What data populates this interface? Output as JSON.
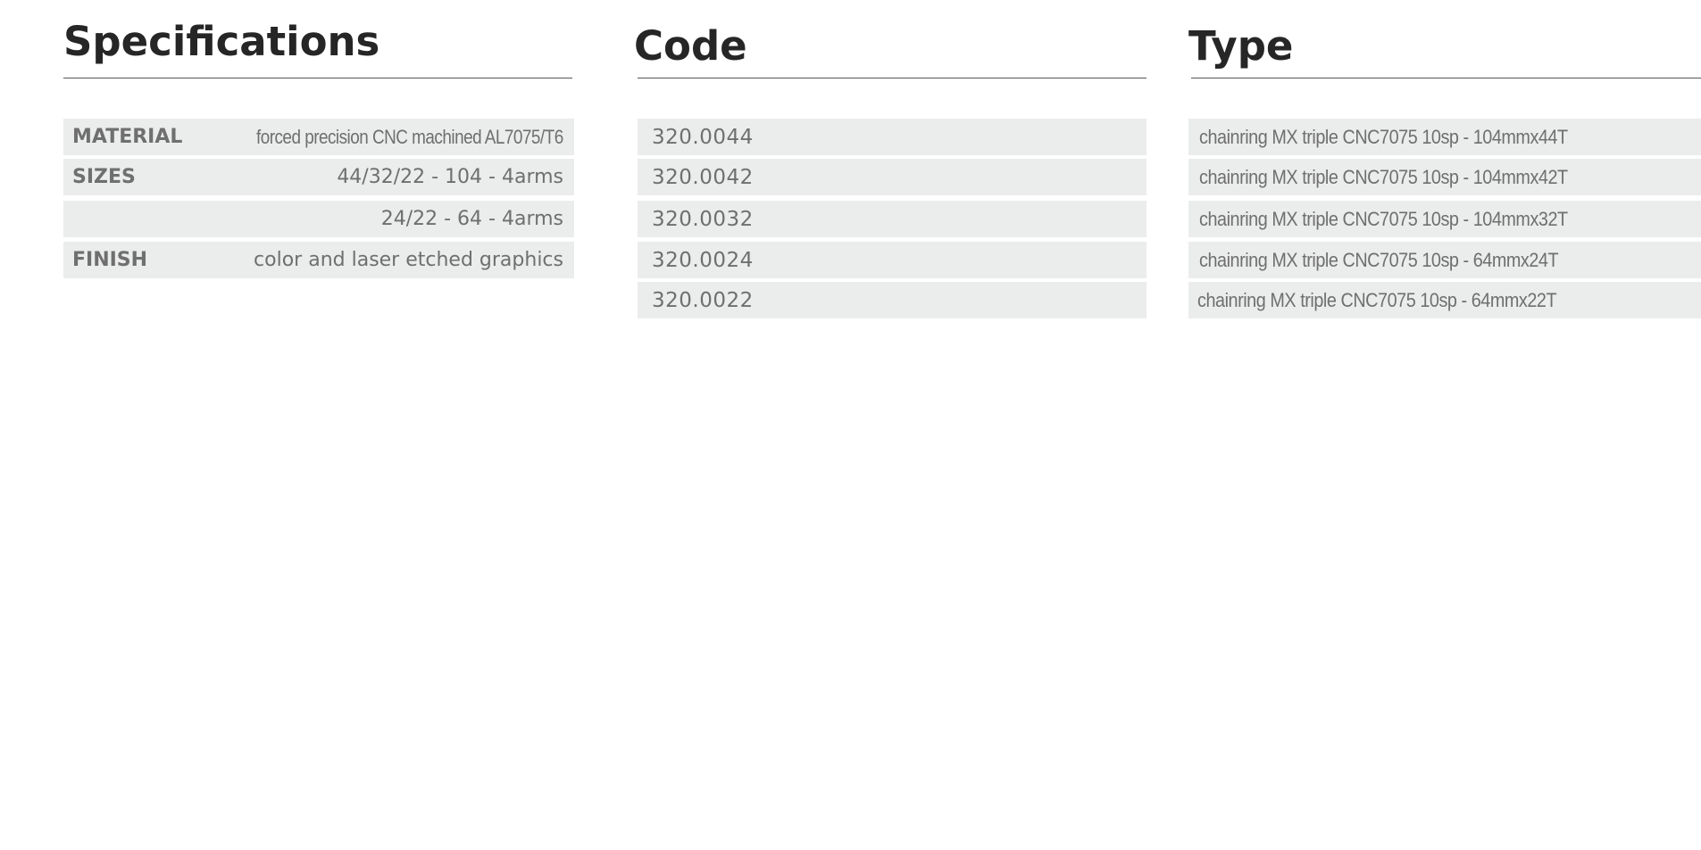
{
  "specifications": {
    "title": "Specifications",
    "rows": [
      {
        "label": "MATERIAL",
        "value": "forced precision CNC machined AL7075/T6"
      },
      {
        "label": "SIZES",
        "value": "44/32/22 - 104 - 4arms"
      },
      {
        "label": "",
        "value": "24/22 - 64 - 4arms"
      },
      {
        "label": "FINISH",
        "value": "color and laser etched graphics"
      }
    ]
  },
  "code": {
    "title": "Code",
    "rows": [
      "320.0044",
      "320.0042",
      "320.0032",
      "320.0024",
      "320.0022"
    ]
  },
  "type": {
    "title": "Type",
    "rows": [
      "chainring MX triple CNC7075 10sp - 104mmx44T",
      "chainring MX triple CNC7075 10sp - 104mmx42T",
      "chainring MX triple CNC7075 10sp - 104mmx32T",
      "chainring MX triple CNC7075 10sp - 64mmx24T",
      "chainring MX triple CNC7075 10sp - 64mmx22T"
    ]
  },
  "colors": {
    "heading": "#262626",
    "row_background": "#ebecec",
    "row_text": "#6f6f6f",
    "rule": "#555555"
  }
}
